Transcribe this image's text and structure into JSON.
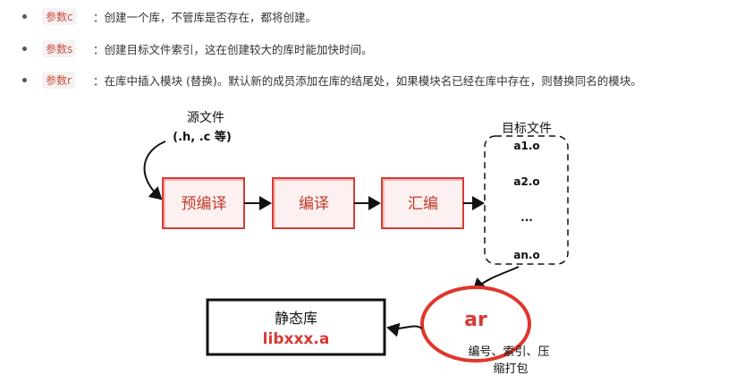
{
  "bullets": [
    {
      "tag": "参数c",
      "text": "：创建一个库，不管库是否存在，都将创建。"
    },
    {
      "tag": "参数s",
      "text": "：创建目标文件索引，这在创建较大的库时能加快时间。"
    },
    {
      "tag": "参数r",
      "text": "：在库中插入模块 (替换)。默认新的成员添加在库的结尾处，如果模块名已经在库中存在，则替换同名的模块。"
    }
  ],
  "diagram": {
    "source_label": "源文件",
    "source_ext": "(.h, .c 等)",
    "steps": [
      "预编译",
      "编译",
      "汇编"
    ],
    "target_label": "目标文件",
    "objects": [
      "a1.o",
      "a2.o",
      "...",
      "an.o"
    ],
    "ar_label": "ar",
    "ar_desc_line1": "编号、索引、压",
    "ar_desc_line2": "缩打包",
    "lib_title": "静态库",
    "lib_name": "libxxx.a",
    "colors": {
      "red": "#d83a34",
      "step_fill": "#fdf0f0",
      "dark": "#111111"
    }
  }
}
